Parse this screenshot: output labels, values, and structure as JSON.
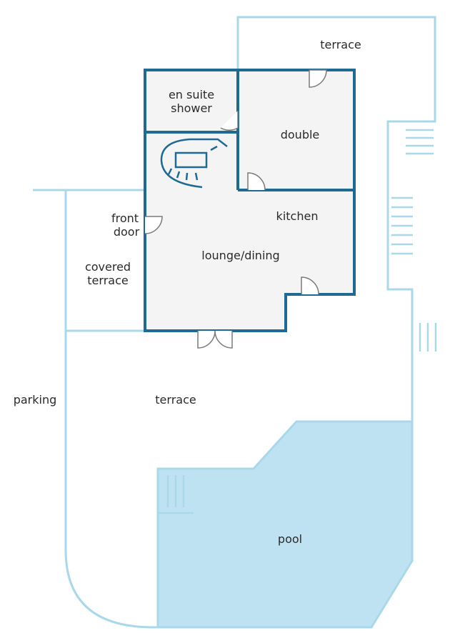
{
  "floorplan": {
    "labels": {
      "terrace_top": "terrace",
      "en_suite_line1": "en suite",
      "en_suite_line2": "shower",
      "double": "double",
      "kitchen": "kitchen",
      "front_door_line1": "front",
      "front_door_line2": "door",
      "lounge_dining": "lounge/dining",
      "covered_terrace_line1": "covered",
      "covered_terrace_line2": "terrace",
      "parking": "parking",
      "terrace_main": "terrace",
      "pool": "pool"
    },
    "colors": {
      "interior_fill": "#f4f4f4",
      "wall_dark": "#1f6a93",
      "outline_light": "#a9d8ea",
      "pool_fill": "#bfe2f2",
      "text": "#2a2a2a"
    }
  }
}
